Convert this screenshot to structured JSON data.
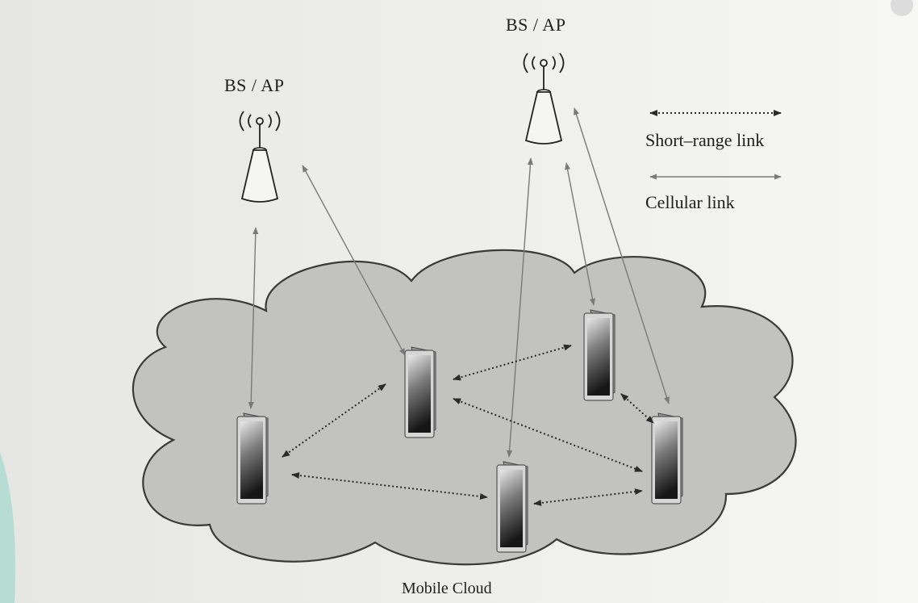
{
  "diagram": {
    "nodes": {
      "access_points": [
        {
          "id": "ap-left",
          "label": "BS / AP"
        },
        {
          "id": "ap-right",
          "label": "BS / AP"
        }
      ],
      "devices": [
        {
          "id": "device-1"
        },
        {
          "id": "device-2"
        },
        {
          "id": "device-3"
        },
        {
          "id": "device-4"
        },
        {
          "id": "device-5"
        }
      ]
    },
    "links": {
      "cellular": [
        {
          "from": "ap-left",
          "to": "device-1"
        },
        {
          "from": "ap-left",
          "to": "device-2"
        },
        {
          "from": "ap-right",
          "to": "device-3"
        },
        {
          "from": "ap-right",
          "to": "device-4"
        },
        {
          "from": "ap-right",
          "to": "device-5"
        }
      ],
      "short_range": [
        {
          "from": "device-1",
          "to": "device-2"
        },
        {
          "from": "device-1",
          "to": "device-4"
        },
        {
          "from": "device-2",
          "to": "device-3"
        },
        {
          "from": "device-2",
          "to": "device-5"
        },
        {
          "from": "device-3",
          "to": "device-5"
        },
        {
          "from": "device-4",
          "to": "device-5"
        }
      ]
    },
    "legend": {
      "short_range": "Short–range link",
      "cellular": "Cellular link"
    },
    "cloud_label": "Mobile Cloud",
    "colors": {
      "cloud_fill": "#c2c2c0",
      "cloud_stroke": "#3a3a3a",
      "cellular_link": "#7a7a7a",
      "short_range_link": "#2a2a2a",
      "accent": "#8fd3c4"
    }
  }
}
